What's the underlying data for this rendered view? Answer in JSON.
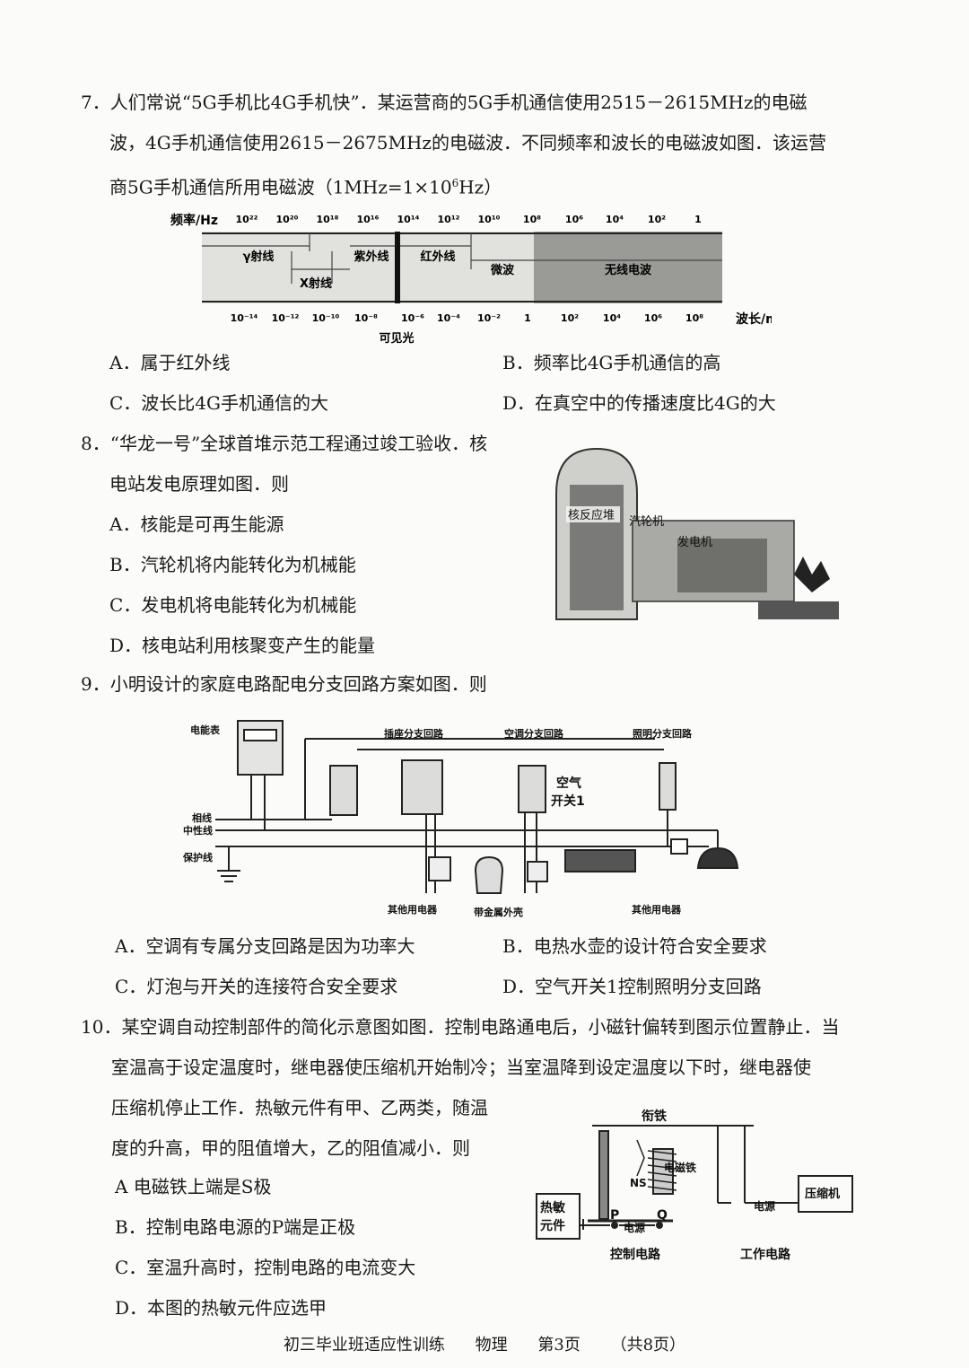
{
  "q7": {
    "line1": "7．人们常说“5G手机比4G手机快”．某运营商的5G手机通信使用2515－2615MHz的电磁",
    "line2": "波，4G手机通信使用2615－2675MHz的电磁波．不同频率和波长的电磁波如图．该运营",
    "line3a": "商5G手机通信所用电磁波（1MHz=1×10",
    "line3sup": "6",
    "line3b": "Hz）",
    "spectrum": {
      "freq_label": "频率/Hz",
      "freq_ticks": [
        "10²²",
        "10²⁰",
        "10¹⁸",
        "10¹⁶",
        "10¹⁴",
        "10¹²",
        "10¹⁰",
        "10⁸",
        "10⁶",
        "10⁴",
        "10²",
        "1"
      ],
      "wave_label": "波长/m",
      "wave_ticks": [
        "10⁻¹⁴",
        "10⁻¹²",
        "10⁻¹⁰",
        "10⁻⁸",
        "10⁻⁶",
        "10⁻⁴",
        "10⁻²",
        "1",
        "10²",
        "10⁴",
        "10⁶",
        "10⁸"
      ],
      "bands": {
        "gamma": "γ射线",
        "xray": "X射线",
        "uv": "紫外线",
        "ir": "红外线",
        "micro": "微波",
        "radio": "无线电波",
        "visible": "可见光"
      }
    },
    "options": {
      "a": "A．属于红外线",
      "b": "B．频率比4G手机通信的高",
      "c": "C．波长比4G手机通信的大",
      "d": "D．在真空中的传播速度比4G的大"
    }
  },
  "q8": {
    "line1": "8．“华龙一号”全球首堆示范工程通过竣工验收．核",
    "line2": "电站发电原理如图．则",
    "figure": {
      "reactor": "核反应堆",
      "turbine": "汽轮机",
      "generator": "发电机"
    },
    "options": {
      "a": "A．核能是可再生能源",
      "b": "B．汽轮机将内能转化为机械能",
      "c": "C．发电机将电能转化为机械能",
      "d": "D．核电站利用核聚变产生的能量"
    }
  },
  "q9": {
    "line1": "9．小明设计的家庭电路配电分支回路方案如图．则",
    "figure": {
      "meter": "电能表",
      "live": "相线",
      "neutral": "中性线",
      "ground": "保护线",
      "socket_branch": "插座分支回路",
      "ac_branch": "空调分支回路",
      "light_branch": "照明分支回路",
      "breaker1_a": "空气",
      "breaker1_b": "开关1",
      "others_left": "其他用电器",
      "metal_shell": "带金属外壳",
      "others_right": "其他用电器"
    },
    "options": {
      "a": "A．空调有专属分支回路是因为功率大",
      "b": "B．电热水壶的设计符合安全要求",
      "c": "C．灯泡与开关的连接符合安全要求",
      "d": "D．空气开关1控制照明分支回路"
    }
  },
  "q10": {
    "line1": "10．某空调自动控制部件的简化示意图如图．控制电路通电后，小磁针偏转到图示位置静止．当",
    "line2": "室温高于设定温度时，继电器使压缩机开始制冷；当室温降到设定温度以下时，继电器使",
    "line3": "压缩机停止工作．热敏元件有甲、乙两类，随温",
    "line4": "度的升高，甲的阻值增大，乙的阻值减小．则",
    "figure": {
      "armature": "衔铁",
      "electromagnet": "电磁铁",
      "n": "N",
      "s": "S",
      "thermistor_a": "热敏",
      "thermistor_b": "元件",
      "p": "P",
      "q": "Q",
      "ctrl_source": "电源",
      "work_source": "电源",
      "compressor": "压缩机",
      "ctrl_circuit": "控制电路",
      "work_circuit": "工作电路"
    },
    "options": {
      "a": "A  电磁铁上端是S极",
      "b": "B．控制电路电源的P端是正极",
      "c": "C．室温升高时，控制电路的电流变大",
      "d": "D．本图的热敏元件应选甲"
    }
  },
  "footer": {
    "title": "初三毕业班适应性训练",
    "subject": "物理",
    "page": "第3页",
    "total": "（共8页）"
  }
}
